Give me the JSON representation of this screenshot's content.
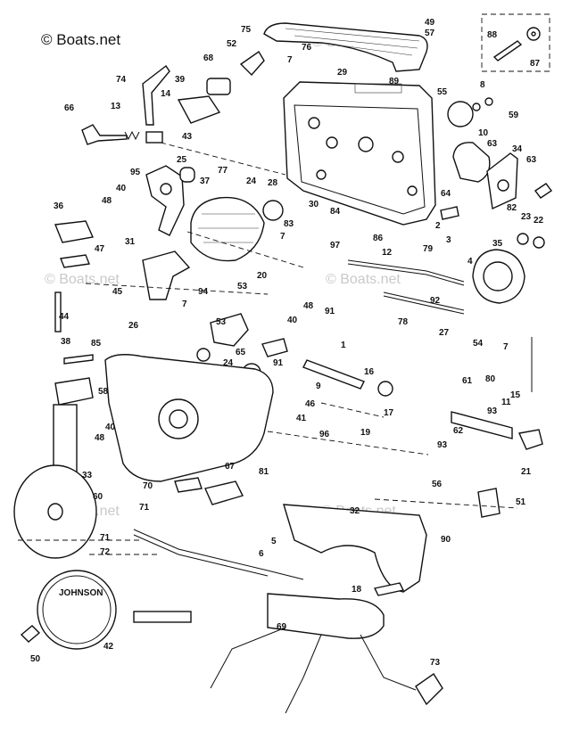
{
  "watermark": {
    "text": "© Boats.net"
  },
  "logo": {
    "brand": "JOHNSON"
  },
  "labels": [
    {
      "text": "75"
    },
    {
      "text": "49"
    },
    {
      "text": "57"
    },
    {
      "text": "88"
    },
    {
      "text": "87"
    },
    {
      "text": "52"
    },
    {
      "text": "76"
    },
    {
      "text": "7"
    },
    {
      "text": "29"
    },
    {
      "text": "74"
    },
    {
      "text": "68"
    },
    {
      "text": "39"
    },
    {
      "text": "14"
    },
    {
      "text": "89"
    },
    {
      "text": "55"
    },
    {
      "text": "8"
    },
    {
      "text": "59"
    },
    {
      "text": "66"
    },
    {
      "text": "13"
    },
    {
      "text": "43"
    },
    {
      "text": "10"
    },
    {
      "text": "63"
    },
    {
      "text": "34"
    },
    {
      "text": "63"
    },
    {
      "text": "25"
    },
    {
      "text": "95"
    },
    {
      "text": "77"
    },
    {
      "text": "37"
    },
    {
      "text": "24"
    },
    {
      "text": "28"
    },
    {
      "text": "64"
    },
    {
      "text": "40"
    },
    {
      "text": "48"
    },
    {
      "text": "30"
    },
    {
      "text": "84"
    },
    {
      "text": "82"
    },
    {
      "text": "23"
    },
    {
      "text": "22"
    },
    {
      "text": "36"
    },
    {
      "text": "83"
    },
    {
      "text": "2"
    },
    {
      "text": "3"
    },
    {
      "text": "7"
    },
    {
      "text": "97"
    },
    {
      "text": "86"
    },
    {
      "text": "47"
    },
    {
      "text": "31"
    },
    {
      "text": "35"
    },
    {
      "text": "12"
    },
    {
      "text": "79"
    },
    {
      "text": "4"
    },
    {
      "text": "45"
    },
    {
      "text": "20"
    },
    {
      "text": "53"
    },
    {
      "text": "94"
    },
    {
      "text": "48"
    },
    {
      "text": "92"
    },
    {
      "text": "7"
    },
    {
      "text": "40"
    },
    {
      "text": "44"
    },
    {
      "text": "26"
    },
    {
      "text": "53"
    },
    {
      "text": "91"
    },
    {
      "text": "78"
    },
    {
      "text": "27"
    },
    {
      "text": "54"
    },
    {
      "text": "7"
    },
    {
      "text": "38"
    },
    {
      "text": "85"
    },
    {
      "text": "65"
    },
    {
      "text": "24"
    },
    {
      "text": "91"
    },
    {
      "text": "1"
    },
    {
      "text": "16"
    },
    {
      "text": "80"
    },
    {
      "text": "58"
    },
    {
      "text": "9"
    },
    {
      "text": "61"
    },
    {
      "text": "15"
    },
    {
      "text": "46"
    },
    {
      "text": "17"
    },
    {
      "text": "93"
    },
    {
      "text": "11"
    },
    {
      "text": "40"
    },
    {
      "text": "41"
    },
    {
      "text": "48"
    },
    {
      "text": "96"
    },
    {
      "text": "19"
    },
    {
      "text": "62"
    },
    {
      "text": "93"
    },
    {
      "text": "33"
    },
    {
      "text": "21"
    },
    {
      "text": "60"
    },
    {
      "text": "67"
    },
    {
      "text": "81"
    },
    {
      "text": "56"
    },
    {
      "text": "51"
    },
    {
      "text": "70"
    },
    {
      "text": "71"
    },
    {
      "text": "32"
    },
    {
      "text": "71"
    },
    {
      "text": "72"
    },
    {
      "text": "5"
    },
    {
      "text": "90"
    },
    {
      "text": "6"
    },
    {
      "text": "18"
    },
    {
      "text": "69"
    },
    {
      "text": "50"
    },
    {
      "text": "42"
    },
    {
      "text": "73"
    }
  ]
}
